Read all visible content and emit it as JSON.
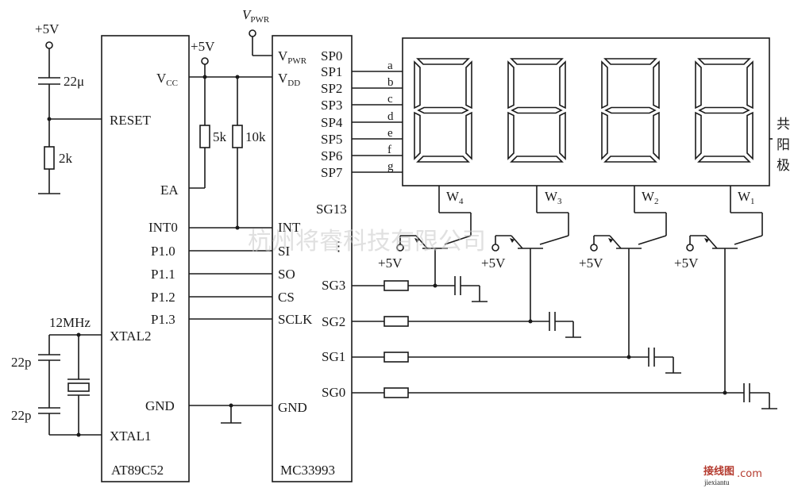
{
  "power": {
    "vplus": "+5V",
    "vpwr_main": "V",
    "vpwr_sub": "PWR"
  },
  "reset": {
    "cap": "22μ",
    "res": "2k"
  },
  "crystal": {
    "freq": "12MHz",
    "cap_top": "22p",
    "cap_bottom": "22p"
  },
  "pullups": {
    "r1": "5k",
    "r2": "10k"
  },
  "mcu": {
    "name": "AT89C52",
    "vcc_main": "V",
    "vcc_sub": "CC",
    "pins": {
      "reset": "RESET",
      "ea": "EA",
      "int0": "INT0",
      "p10": "P1.0",
      "p11": "P1.1",
      "p12": "P1.2",
      "p13": "P1.3",
      "xtal2": "XTAL2",
      "xtal1": "XTAL1",
      "gnd": "GND"
    }
  },
  "driver": {
    "name": "MC33993",
    "vpwr_main": "V",
    "vpwr_sub": "PWR",
    "vdd_main": "V",
    "vdd_sub": "DD",
    "left_pins": {
      "int": "INT",
      "si": "SI",
      "so": "SO",
      "cs": "CS",
      "sclk": "SCLK",
      "gnd": "GND"
    },
    "sp_pins": [
      "SP0",
      "SP1",
      "SP2",
      "SP3",
      "SP4",
      "SP5",
      "SP6",
      "SP7"
    ],
    "sg_pins": {
      "sg13": "SG13",
      "dots": "⋮",
      "sg3": "SG3",
      "sg2": "SG2",
      "sg1": "SG1",
      "sg0": "SG0"
    }
  },
  "segments": [
    "a",
    "b",
    "c",
    "d",
    "e",
    "f",
    "g"
  ],
  "display": {
    "type_label": [
      "共",
      "阳",
      "极"
    ],
    "digit_count": 4
  },
  "digit_drivers": [
    {
      "main": "W",
      "sub": "4"
    },
    {
      "main": "W",
      "sub": "3"
    },
    {
      "main": "W",
      "sub": "2"
    },
    {
      "main": "W",
      "sub": "1"
    }
  ],
  "watermarks": {
    "center": "杭州将睿科技有限公司",
    "corner": "接线图",
    "corner_url": "jiexiantu",
    "corner_com": ".com"
  }
}
